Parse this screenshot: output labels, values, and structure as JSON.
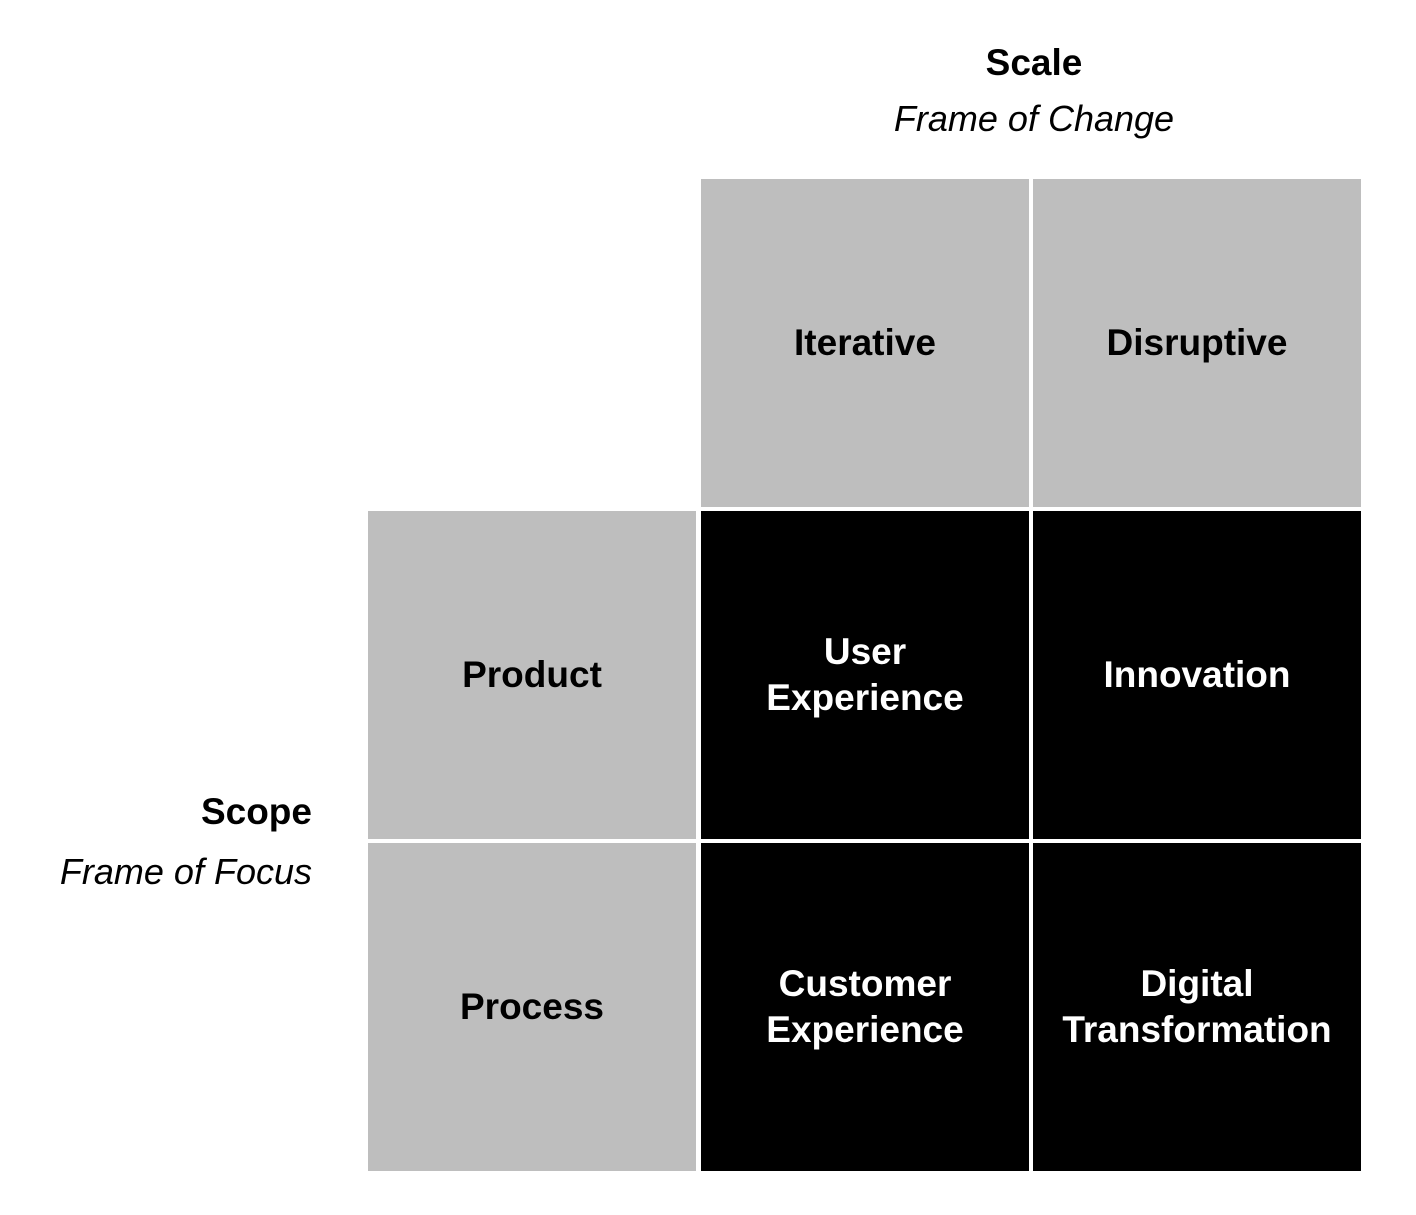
{
  "scale": {
    "title": "Scale",
    "subtitle": "Frame of Change"
  },
  "scope": {
    "title": "Scope",
    "subtitle": "Frame of Focus"
  },
  "columns": [
    "Iterative",
    "Disruptive"
  ],
  "rows": [
    "Product",
    "Process"
  ],
  "cells": {
    "product_iterative": "User\nExperience",
    "product_disruptive": "Innovation",
    "process_iterative": "Customer\nExperience",
    "process_disruptive": "Digital\nTransformation"
  },
  "colors": {
    "header_fill": "#bebebe",
    "matrix_fill": "#000000",
    "matrix_text": "#ffffff",
    "header_text": "#000000",
    "background": "#ffffff"
  }
}
